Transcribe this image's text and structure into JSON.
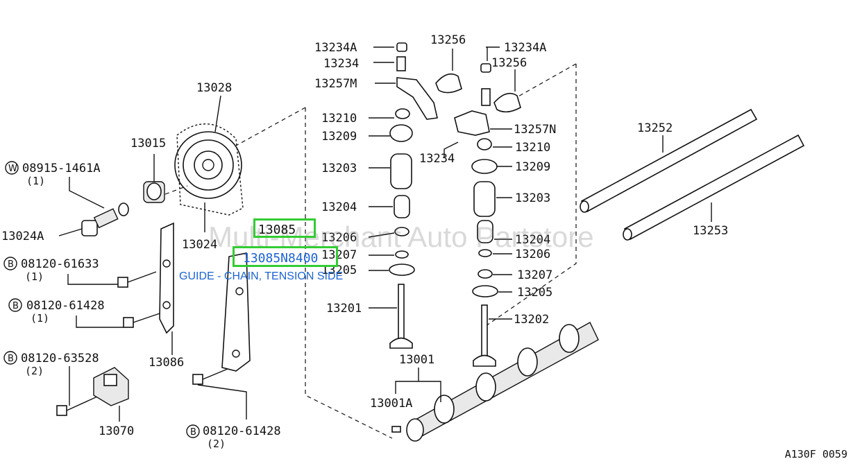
{
  "watermark": "Multi-Merchant Auto Partstore",
  "figure_code": "A130F 0059",
  "highlight": {
    "part_number": "13085",
    "full_part_number": "13085N8400",
    "description": "GUIDE - CHAIN, TENSION SIDE",
    "box_color": "#33cc33",
    "link_color": "#1a63d6"
  },
  "labels": {
    "p13028": "13028",
    "p13015": "13015",
    "w_bolt": "08915-1461A",
    "w_qty": "(1)",
    "w_sym": "W",
    "p13024A": "13024A",
    "p13024": "13024",
    "b1_num": "08120-61633",
    "b1_qty": "(1)",
    "b2_num": "08120-61428",
    "b2_qty": "(1)",
    "b3_num": "08120-63528",
    "b3_qty": "(2)",
    "b4_num": "08120-61428",
    "b4_qty": "(2)",
    "b_sym": "B",
    "p13086": "13086",
    "p13070": "13070",
    "l13234A": "13234A",
    "l13234": "13234",
    "l13257M": "13257M",
    "l13256": "13256",
    "l13210": "13210",
    "l13209": "13209",
    "l13203": "13203",
    "l13204": "13204",
    "l13206": "13206",
    "l13207": "13207",
    "l13205": "13205",
    "l13201": "13201",
    "l13001": "13001",
    "l13001A": "13001A",
    "r13234A": "13234A",
    "r13256": "13256",
    "r13234": "13234",
    "r13257N": "13257N",
    "r13210": "13210",
    "r13209": "13209",
    "r13203": "13203",
    "r13204": "13204",
    "r13206": "13206",
    "r13207": "13207",
    "r13205": "13205",
    "r13202": "13202",
    "p13252": "13252",
    "p13253": "13253"
  }
}
